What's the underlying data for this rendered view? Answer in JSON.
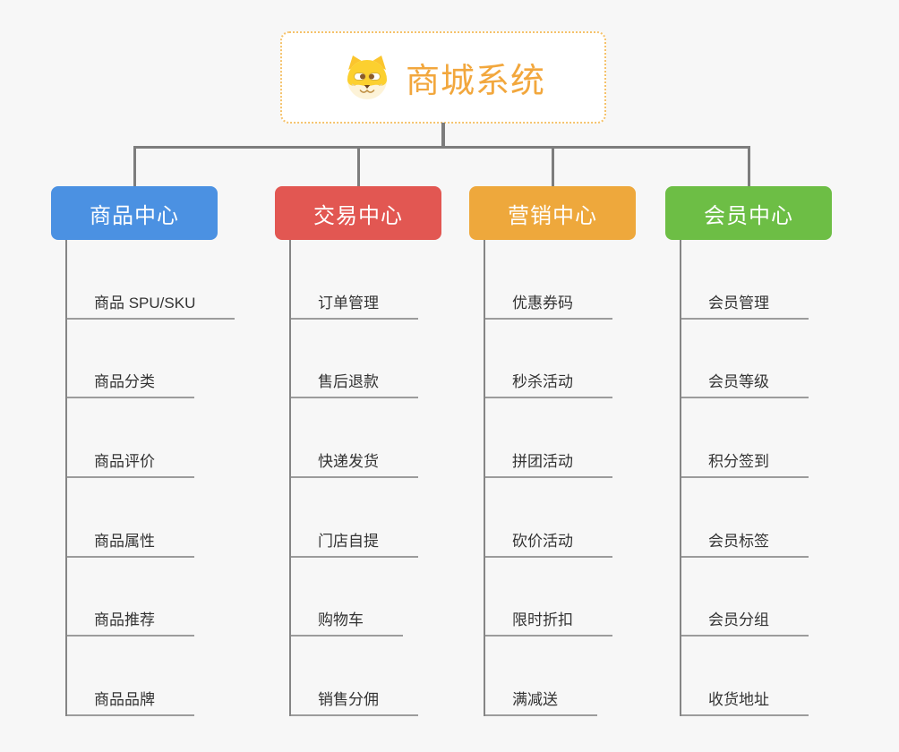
{
  "root": {
    "title": "商城系统",
    "title_color": "#f2a73d",
    "border_color": "#f5c26b",
    "icon": "shiba-dog-icon"
  },
  "connector_color": "#7d7d7d",
  "branches": [
    {
      "label": "商品中心",
      "color": "#4b91e2",
      "items": [
        "商品 SPU/SKU",
        "商品分类",
        "商品评价",
        "商品属性",
        "商品推荐",
        "商品品牌"
      ]
    },
    {
      "label": "交易中心",
      "color": "#e25752",
      "items": [
        "订单管理",
        "售后退款",
        "快递发货",
        "门店自提",
        "购物车",
        "销售分佣"
      ]
    },
    {
      "label": "营销中心",
      "color": "#eea83c",
      "items": [
        "优惠券码",
        "秒杀活动",
        "拼团活动",
        "砍价活动",
        "限时折扣",
        "满减送"
      ]
    },
    {
      "label": "会员中心",
      "color": "#6dbe45",
      "items": [
        "会员管理",
        "会员等级",
        "积分签到",
        "会员标签",
        "会员分组",
        "收货地址"
      ]
    }
  ]
}
